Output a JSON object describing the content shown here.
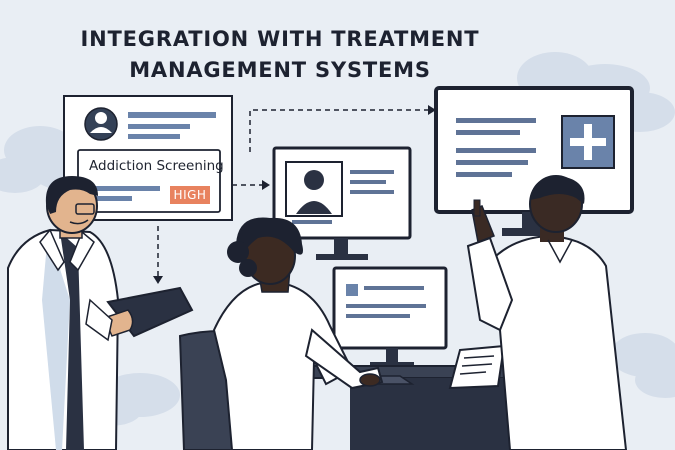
{
  "title": {
    "line1": "INTEGRATION WITH TREATMENT",
    "line2": "MANAGEMENT SYSTEMS"
  },
  "screening_card": {
    "label": "Addiction Screening",
    "badge": "HIGH"
  },
  "colors": {
    "background": "#e9eef4",
    "cloud": "#d5deea",
    "ink": "#1d2230",
    "screen_bar": "#5f7396",
    "badge": "#e8825f",
    "accent_blue": "#6a83aa"
  },
  "icons": [
    "user-avatar-icon",
    "medical-cross-icon",
    "document-icon",
    "tablet-icon"
  ]
}
